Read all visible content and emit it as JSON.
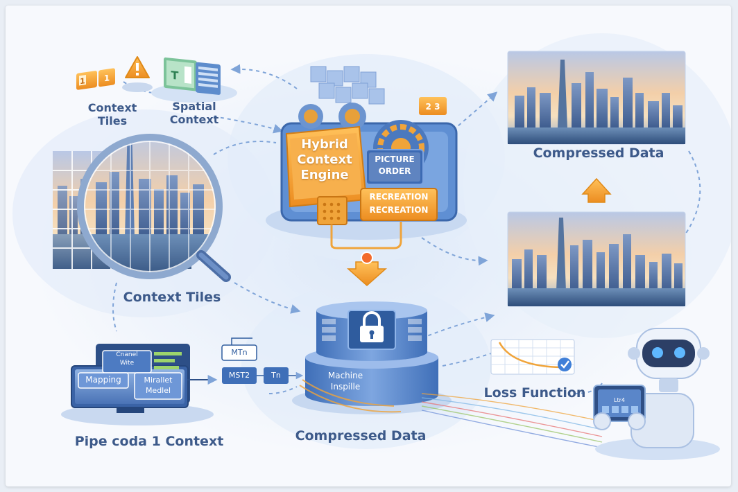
{
  "labels": {
    "context_tiles_top": "Context\nTiles",
    "spatial_context": "Spatial\nContext",
    "context_tiles_main": "Context Tiles",
    "compressed_data_right": "Compressed Data",
    "compressed_data_bottom": "Compressed Data",
    "loss_function": "Loss Function",
    "pipeline_context": "Pipe coda 1 Context"
  },
  "engine": {
    "title": "Hybrid\nContext\nEngine",
    "picture_order": "PICTURE\nORDER",
    "recreation": "RECREATION\nRECREATION",
    "counter": "2 3"
  },
  "database": {
    "label": "Machine\nInspille"
  },
  "monitor": {
    "channel": "Cnanel\nWite",
    "mapping": "Mapping",
    "model": "Mirallet\nMedlel"
  },
  "flow_boxes": {
    "top": "MTn",
    "left": "MST2",
    "right": "Tn"
  },
  "tiles_icons": {
    "tile_a": "1",
    "tile_b": "1",
    "spatial_letter": "T"
  },
  "tablet": {
    "text": "Ltr4"
  },
  "colors": {
    "label_blue": "#3d5a8a",
    "engine_orange": "#f0a43a",
    "engine_blue": "#4f7fc4",
    "arrow_orange": "#f39a2a",
    "dashed_blue": "#7fa4d8"
  }
}
